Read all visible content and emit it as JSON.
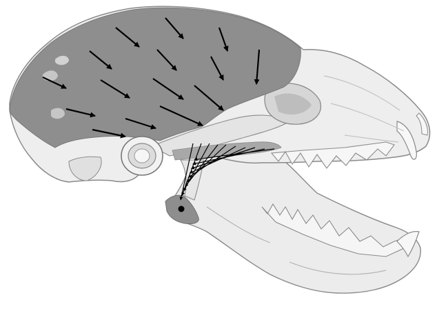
{
  "figure": {
    "subject": "carnivore-skull-lateral-view-with-muscle-force-vectors",
    "colors": {
      "background": "#ffffff",
      "bone": "#efefef",
      "bone_shade": "#c9c9c9",
      "bone_outline": "#8a8a8a",
      "muscle_region": "#8e8e8e",
      "muscle_region_dark": "#7a7a7a",
      "arrow": "#000000",
      "landmark": "#000000"
    },
    "muscle_regions": [
      "temporalis-attachment",
      "masseter-attachment",
      "coronoid-insertion"
    ],
    "temporalis_arrow_count": 15,
    "masseter_arrow_count": 10,
    "landmarks": [
      "jaw-joint-pivot"
    ]
  }
}
